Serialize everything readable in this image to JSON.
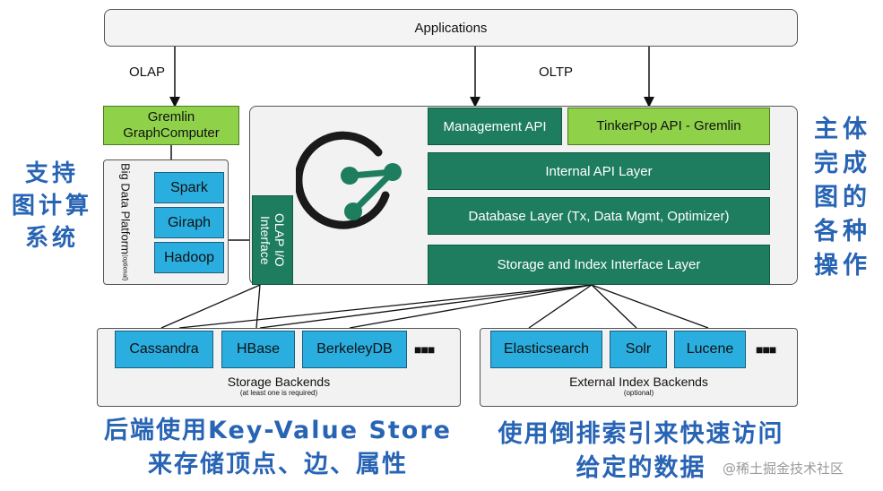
{
  "applications": "Applications",
  "olap": "OLAP",
  "oltp": "OLTP",
  "gremlin_graphcomputer": "Gremlin GraphComputer",
  "big_data_platform": {
    "title": "Big Data Platform",
    "subtitle": "(optional)",
    "items": [
      "Spark",
      "Giraph",
      "Hadoop"
    ]
  },
  "olap_io_interface": "OLAP I/O Interface",
  "janus_core": {
    "management_api": "Management API",
    "tinkerpop_api": "TinkerPop API - Gremlin",
    "internal_api_layer": "Internal API Layer",
    "database_layer": "Database Layer (Tx, Data Mgmt, Optimizer)",
    "storage_index_layer": "Storage and Index Interface Layer"
  },
  "storage_backends": {
    "items": [
      "Cassandra",
      "HBase",
      "BerkeleyDB"
    ],
    "more": "■■■",
    "title": "Storage Backends",
    "subtitle": "(at least one is required)"
  },
  "index_backends": {
    "items": [
      "Elasticsearch",
      "Solr",
      "Lucene"
    ],
    "more": "■■■",
    "title": "External Index Backends",
    "subtitle": "(optional)"
  },
  "annotations": {
    "left": [
      "支持",
      "图计算",
      "系统"
    ],
    "right": [
      "主体",
      "完成",
      "图的",
      "各种",
      "操作"
    ],
    "bottom_left": [
      "后端使用Key-Value Store",
      "来存储顶点、边、属性"
    ],
    "bottom_right": [
      "使用倒排索引来快速访问",
      "给定的数据"
    ]
  },
  "watermark": "@稀土掘金技术社区",
  "colors": {
    "teal": "#1e7d5f",
    "lime": "#8fd24a",
    "blue": "#2aaee0",
    "annotation": "#2864b4"
  }
}
